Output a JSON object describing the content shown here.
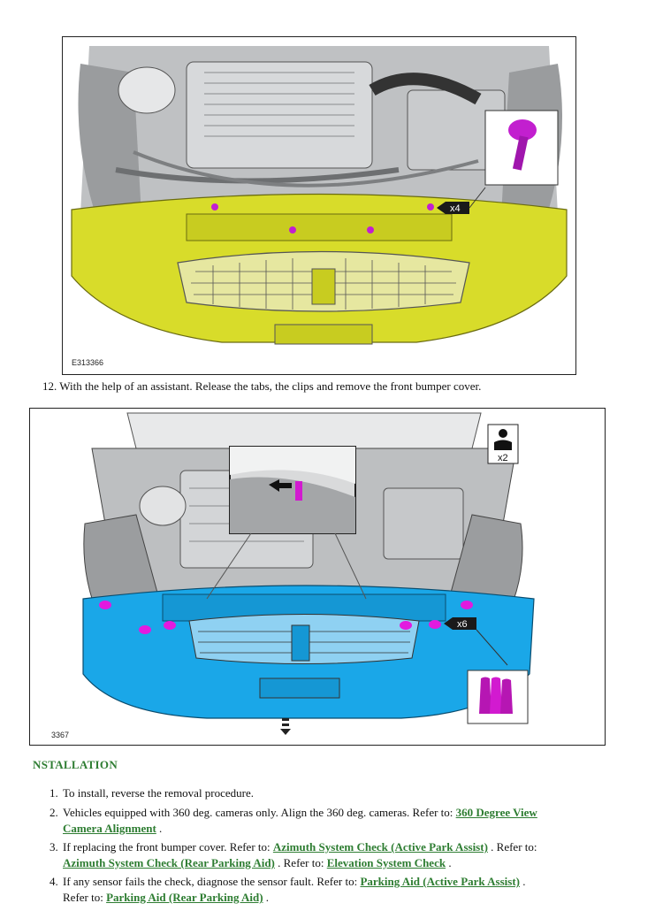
{
  "figure1": {
    "code": "E313366",
    "callout_count": "x4",
    "accent": "#d8dc2a",
    "clip_color": "#c21fcf"
  },
  "step12": {
    "number": "12.",
    "text": "With the help of an assistant. Release the tabs, the clips and remove the front bumper cover."
  },
  "figure2": {
    "code": "3367",
    "person_count": "x2",
    "callout_count": "x6",
    "accent": "#1aa7e8",
    "clip_color": "#e21adf"
  },
  "installation": {
    "heading": "NSTALLATION",
    "steps": [
      {
        "number": "1.",
        "parts": [
          "To install, reverse the removal procedure."
        ]
      },
      {
        "number": "2.",
        "line1": "Vehicles equipped with 360 deg. cameras only. Align the 360 deg. cameras. Refer to: ",
        "link1": "360 Degree View",
        "link1b": "Camera Alignment",
        "tail": " ."
      },
      {
        "number": "3.",
        "line1": "If replacing the front bumper cover. Refer to: ",
        "link1": "Azimuth System Check (Active Park Assist)",
        "mid1": " . Refer to:",
        "link2": "Azimuth System Check (Rear Parking Aid)",
        "mid2": " . Refer to: ",
        "link3": "Elevation System Check",
        "tail": " ."
      },
      {
        "number": "4.",
        "line1": "If any sensor fails the check, diagnose the sensor fault. Refer to: ",
        "link1": "Parking Aid (Active Park Assist)",
        "mid1": " .",
        "line2": "Refer to: ",
        "link2": "Parking Aid (Rear Parking Aid)",
        "tail": " ."
      }
    ]
  }
}
